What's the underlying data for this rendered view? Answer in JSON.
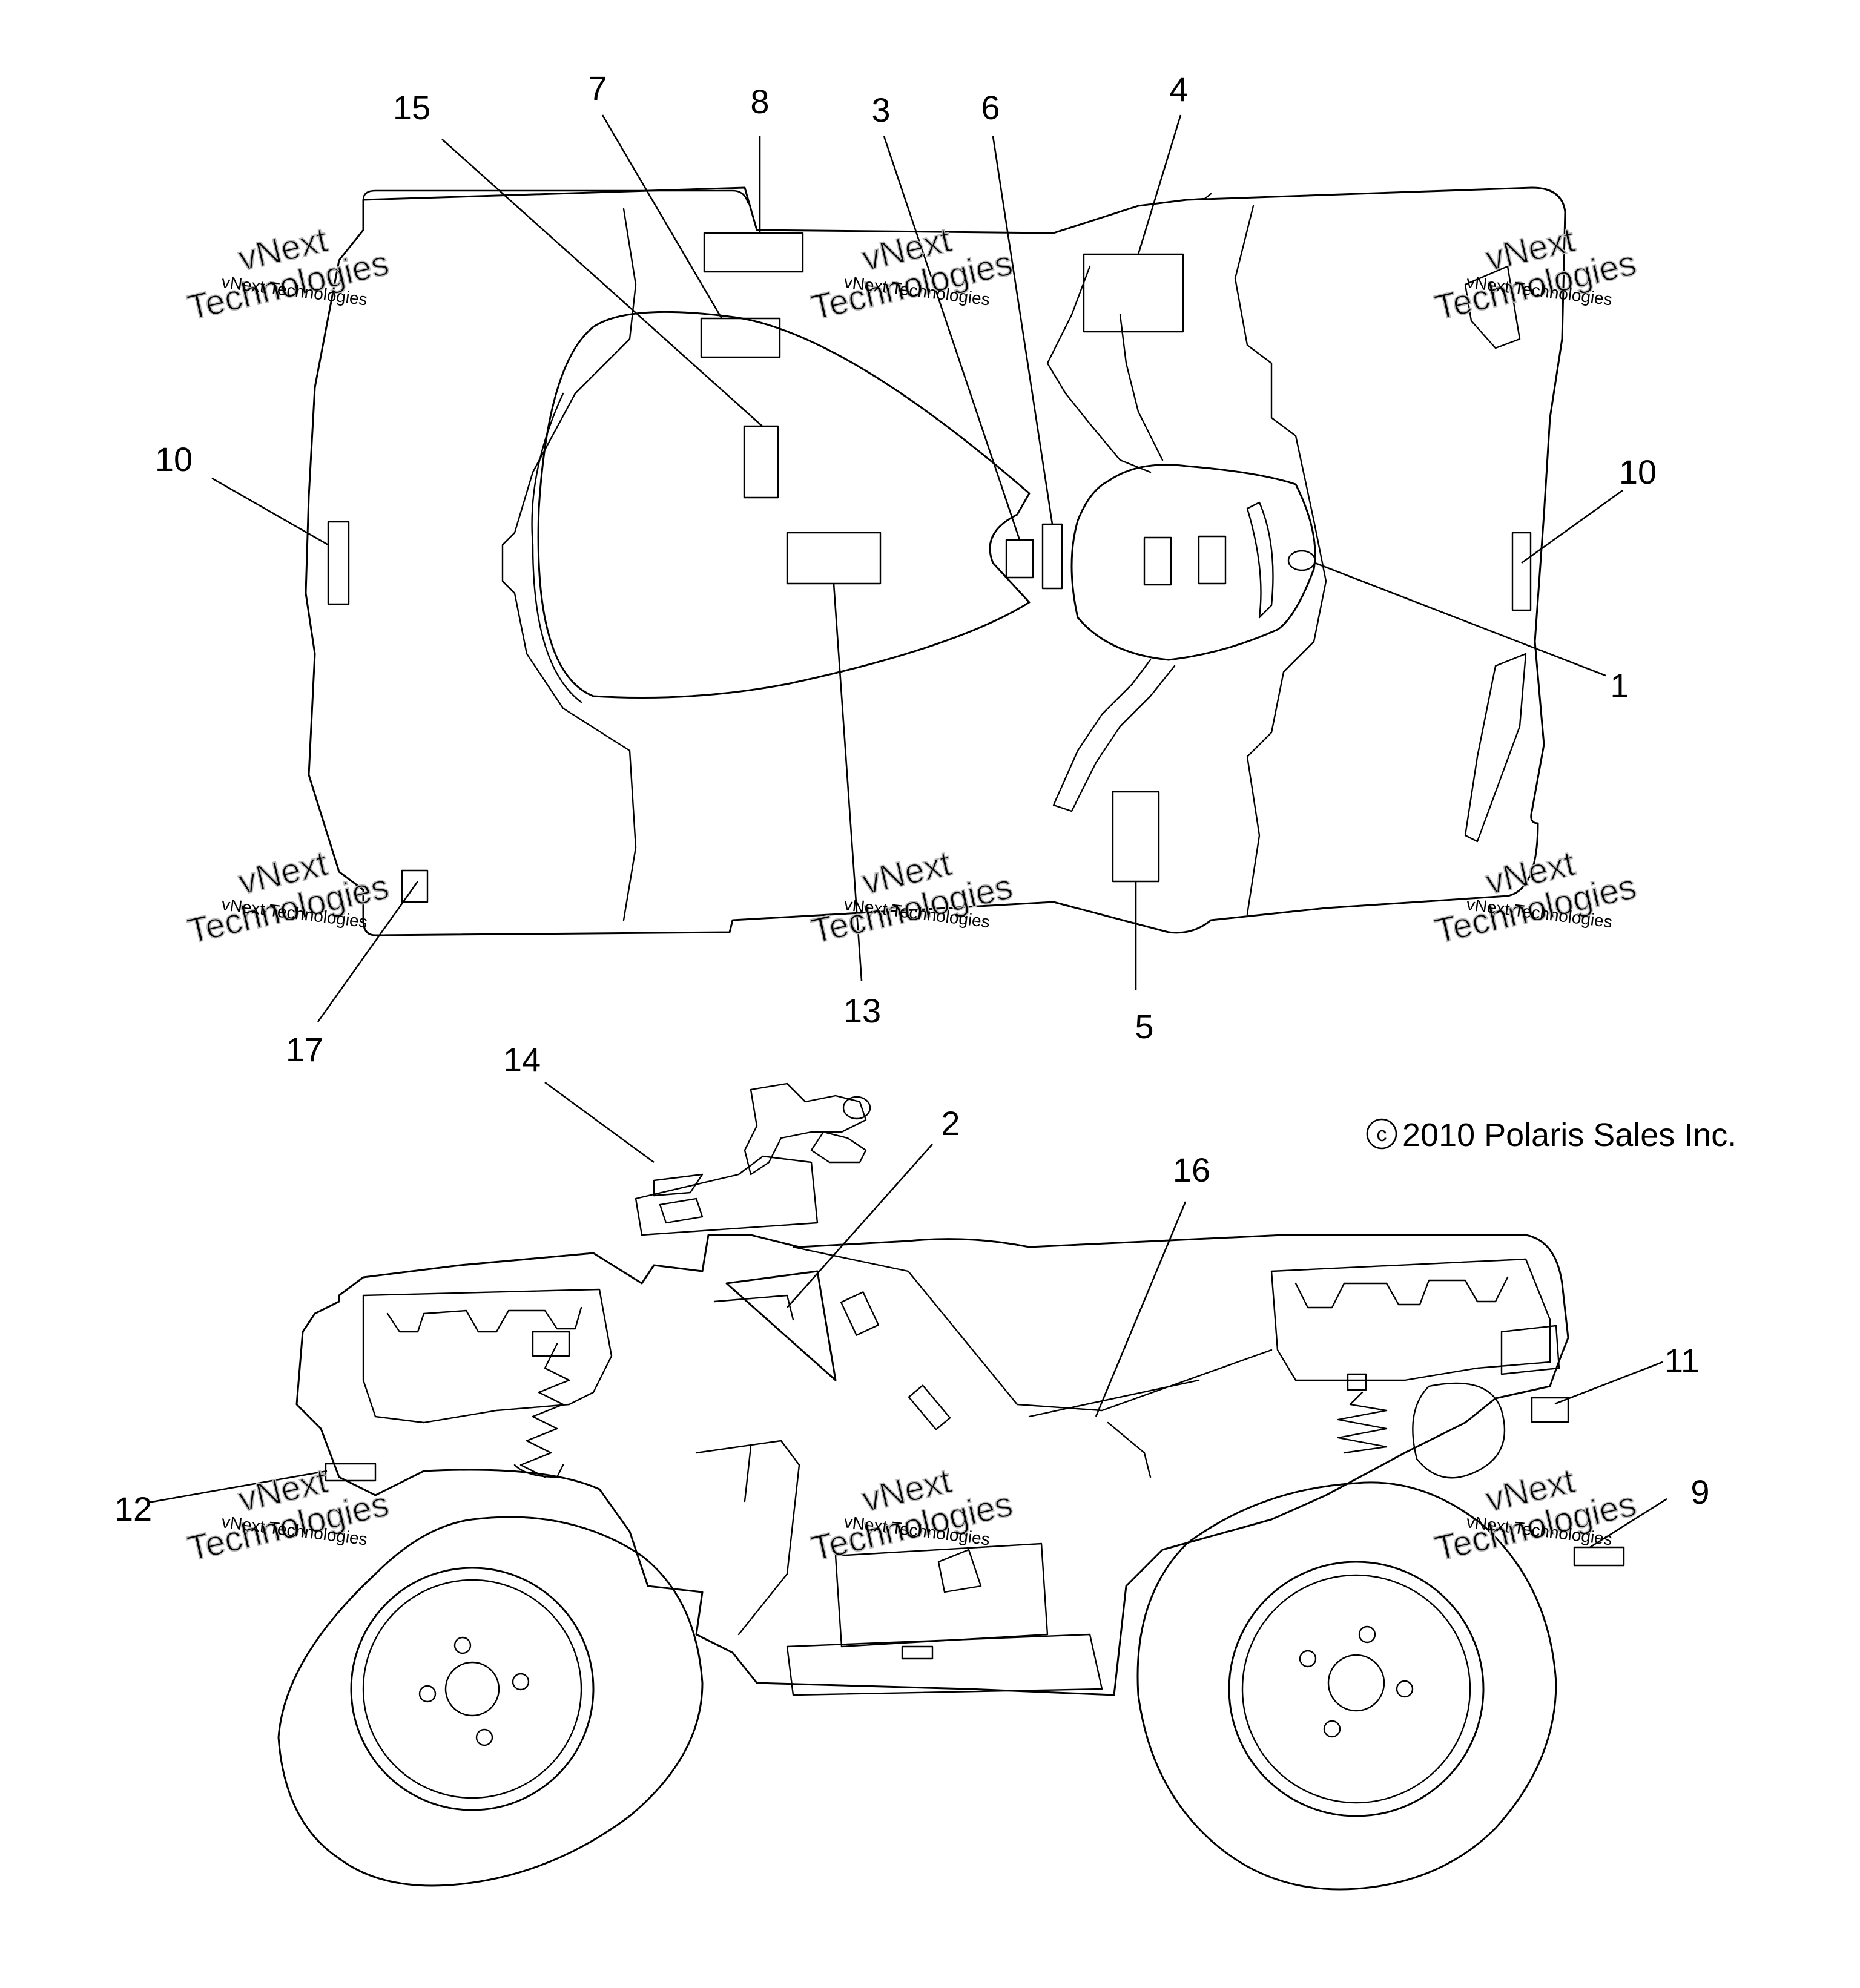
{
  "copyright": "2010 Polaris Sales Inc.",
  "copyright_symbol": "c",
  "watermark": {
    "small": "vNext Technologies",
    "big_line1": "vNext",
    "big_line2": "Technologies"
  },
  "callouts": [
    "15",
    "7",
    "8",
    "3",
    "6",
    "4",
    "10",
    "10",
    "1",
    "17",
    "13",
    "5",
    "14",
    "2",
    "16",
    "11",
    "9",
    "12"
  ],
  "colors": {
    "ink": "#000000",
    "watermark": "#b8b8b8",
    "background": "#ffffff"
  }
}
